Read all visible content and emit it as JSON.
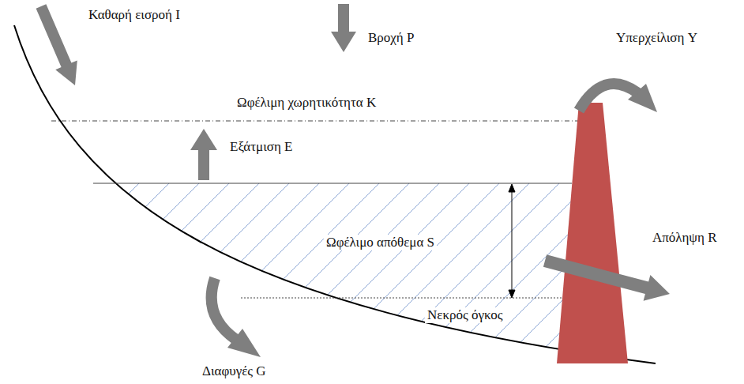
{
  "diagram": {
    "labels": [
      "Καθαρή εισροή I",
      "Βροχή P",
      "Υπερχείλιση Y",
      "Ωφέλιμη χωρητικότητα K",
      "Εξάτμιση E",
      "Ωφέλιμο απόθεμα S",
      "Απόληψη R",
      "Νεκρός όγκος",
      "Διαφυγές G"
    ]
  }
}
